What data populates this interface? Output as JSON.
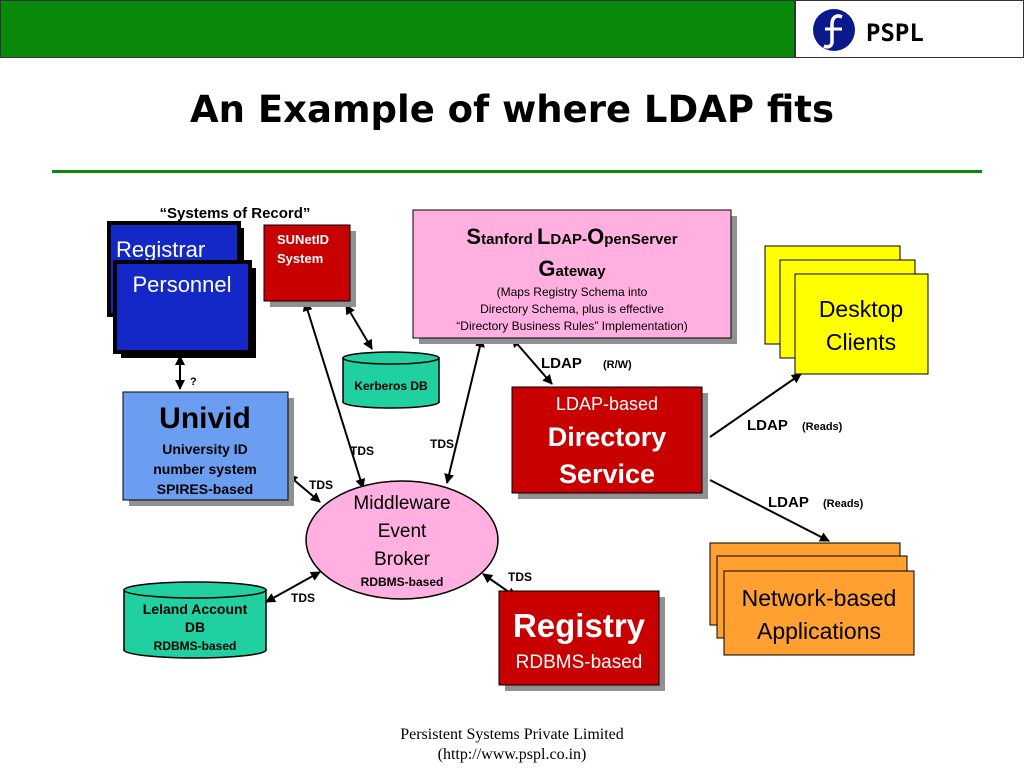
{
  "header": {
    "brand": "PSPL",
    "logo_icon": "pspl-logo-icon",
    "bar_color": "#0a8a0a"
  },
  "slide": {
    "title": "An Example of where LDAP fits"
  },
  "diagram": {
    "systems_of_record_label": "“Systems of Record”",
    "registrar": "Registrar",
    "personnel": "Personnel",
    "sunetid": [
      "SUNetID",
      "System"
    ],
    "kerberos": "Kerberos DB",
    "slog": {
      "line1_parts": [
        "S",
        "tanford ",
        "L",
        "DAP-",
        "O",
        "penServer"
      ],
      "line2_parts": [
        "G",
        "ateway"
      ],
      "desc": [
        "(Maps Registry Schema into",
        "Directory Schema, plus is effective",
        "“Directory Business Rules” Implementation)"
      ]
    },
    "desktop": [
      "Desktop",
      "Clients"
    ],
    "univid": {
      "title": "Univid",
      "lines": [
        "University ID",
        "number system",
        "SPIRES-based"
      ]
    },
    "directory": [
      "LDAP-based",
      "Directory",
      "Service"
    ],
    "broker": [
      "Middleware",
      "Event",
      "Broker",
      "RDBMS-based"
    ],
    "leland": [
      "Leland Account",
      "DB",
      "RDBMS-based"
    ],
    "registry": [
      "Registry",
      "RDBMS-based"
    ],
    "network": [
      "Network-based",
      "Applications"
    ],
    "labels": {
      "question": "?",
      "tds": "TDS",
      "ldap": "LDAP",
      "rw": "(R/W)",
      "reads": "(Reads)"
    },
    "colors": {
      "dark_blue": "#1428c8",
      "light_blue": "#6b9ef0",
      "red": "#c80000",
      "pink": "#ffb0e0",
      "yellow": "#ffff00",
      "orange": "#ffa030",
      "teal": "#20d0a0"
    }
  },
  "footer": {
    "company": "Persistent Systems Private Limited",
    "url": "(http://www.pspl.co.in)"
  }
}
